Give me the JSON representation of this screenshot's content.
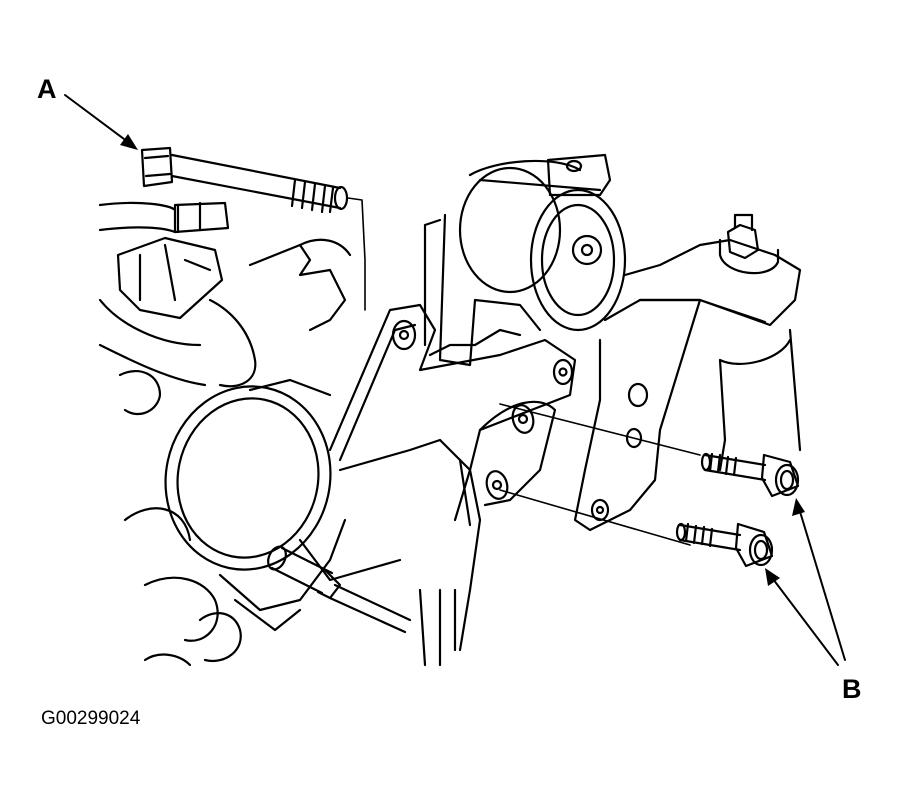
{
  "callouts": {
    "a": "A",
    "b": "B"
  },
  "figure_id": "G00299024",
  "colors": {
    "line": "#000000",
    "background": "#ffffff"
  }
}
